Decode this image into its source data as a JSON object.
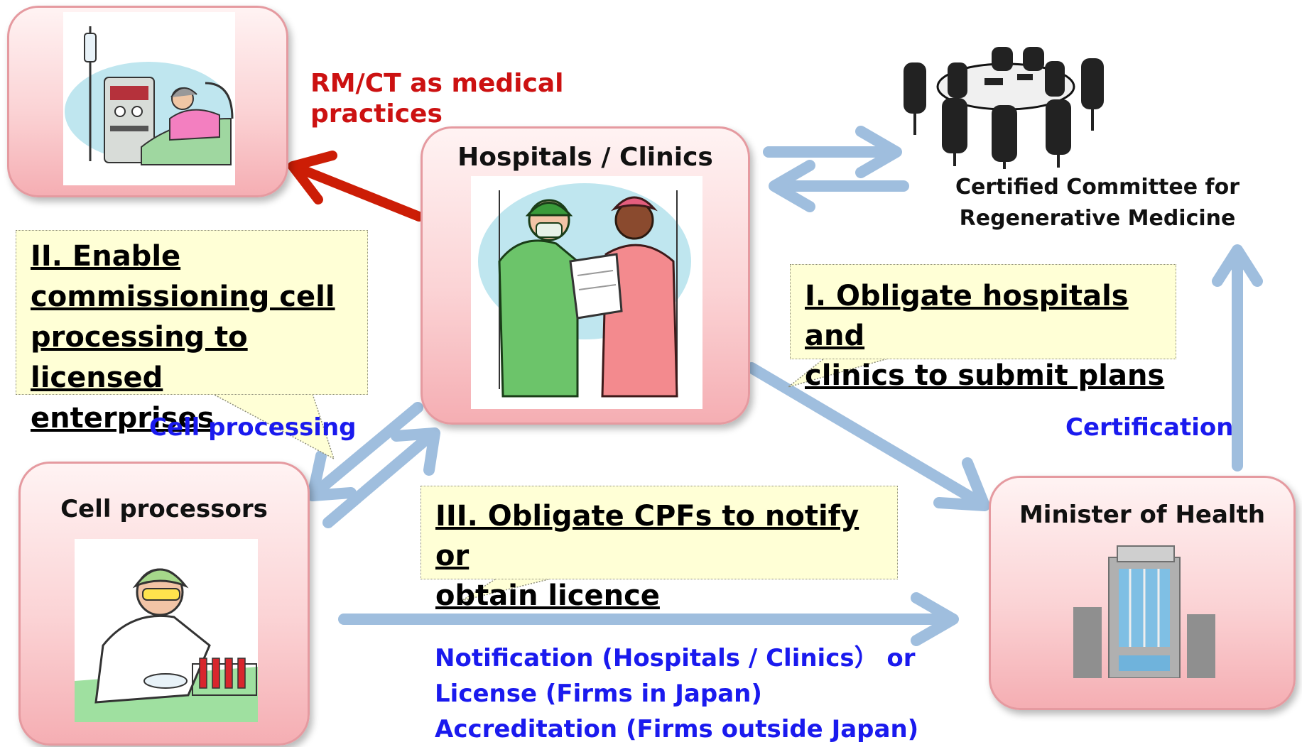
{
  "nodes": {
    "patient": {
      "label": ""
    },
    "hospitals": {
      "label": "Hospitals / Clinics"
    },
    "committee": {
      "label_line1": "Certified Committee for",
      "label_line2": "Regenerative Medicine"
    },
    "cell_processors": {
      "label": "Cell processors"
    },
    "minister": {
      "label": "Minister of Health"
    }
  },
  "callouts": {
    "enable_commissioning": {
      "line1": "II. Enable",
      "line2": "commissioning cell",
      "line3": "processing to licensed",
      "line4": "enterprises"
    },
    "obligate_plans": {
      "line1": "I. Obligate hospitals and",
      "line2": "clinics to submit plans"
    },
    "obligate_cpfs": {
      "line1": "III. Obligate CPFs to notify or",
      "line2": "obtain licence"
    }
  },
  "edge_labels": {
    "rm_ct_line1": "RM/CT as medical",
    "rm_ct_line2": "practices",
    "cell_processing": "Cell processing",
    "certification": "Certification",
    "notification_line1": "Notification (Hospitals / Clinics） or",
    "notification_line2": "License (Firms in Japan)",
    "notification_line3": "Accreditation (Firms outside Japan)"
  },
  "colors": {
    "arrow_blue": "#9fbede",
    "arrow_red": "#cc1d06",
    "label_blue": "#1a1aee",
    "label_red": "#cc1111",
    "box_fill": "#fbd3d5",
    "callout_fill": "#ffffd6"
  },
  "icons": [
    "dialysis-patient-icon",
    "surgeons-icon",
    "meeting-table-icon",
    "lab-technician-icon",
    "office-building-icon"
  ]
}
